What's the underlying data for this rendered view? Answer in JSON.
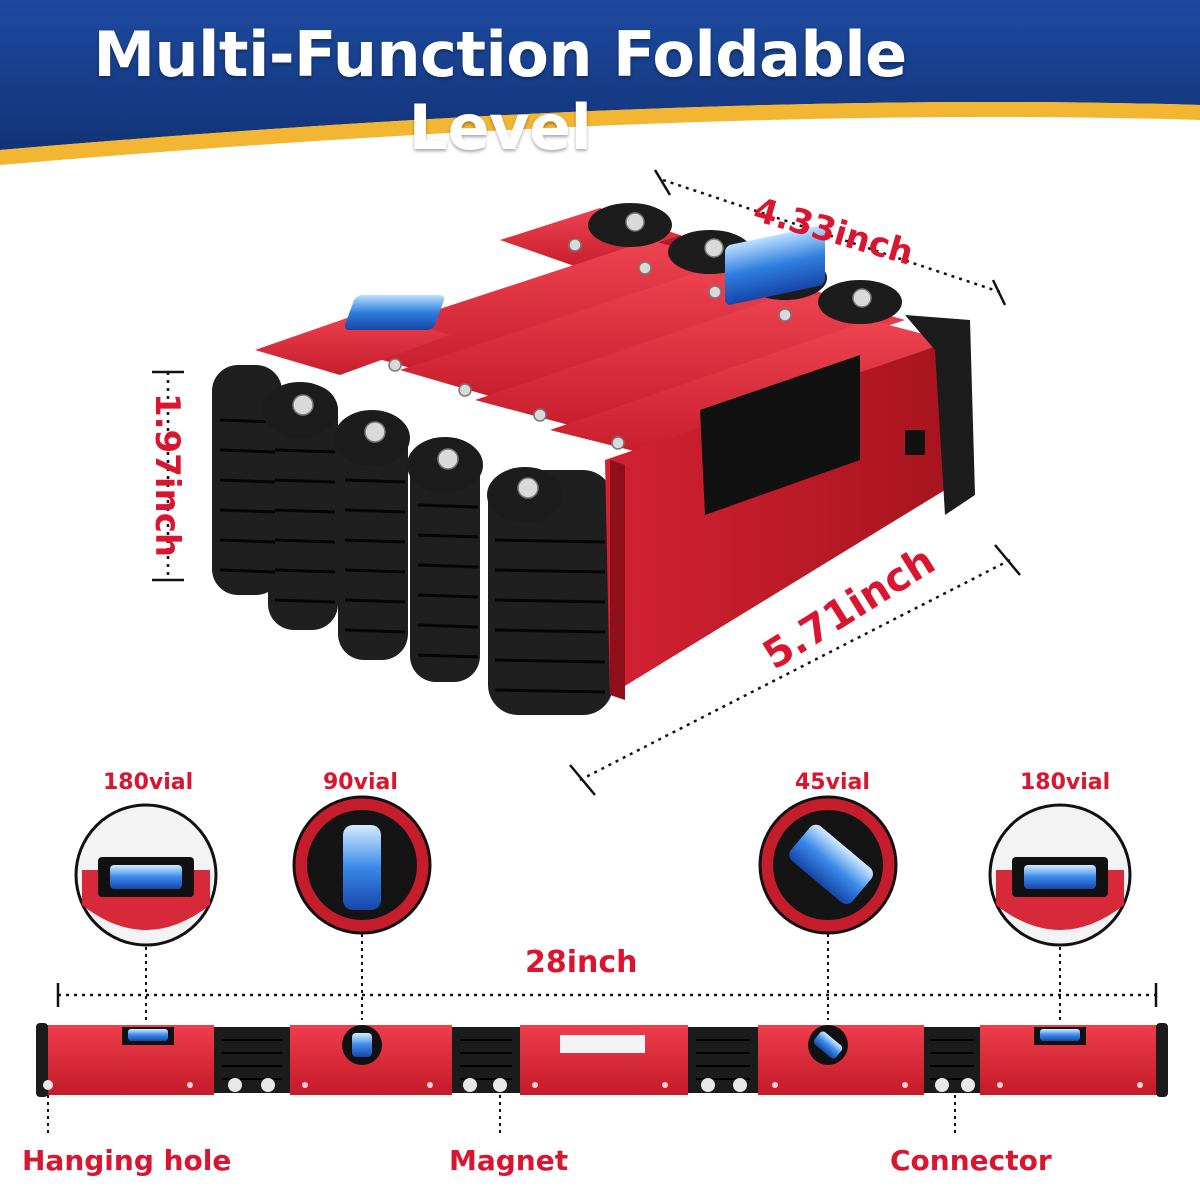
{
  "header": {
    "title": "Multi-Function Foldable Level"
  },
  "dimensions": {
    "depth": "4.33inch",
    "height": "1.97inch",
    "width": "5.71inch",
    "length": "28inch"
  },
  "vials": [
    {
      "label": "180vial"
    },
    {
      "label": "90vial"
    },
    {
      "label": "45vial"
    },
    {
      "label": "180vial"
    }
  ],
  "callouts": {
    "hanging_hole": "Hanging hole",
    "magnet": "Magnet",
    "connector": "Connector"
  },
  "colors": {
    "brand_blue": "#163b86",
    "accent_red": "#d91530",
    "body_red": "#d8293a",
    "rubber_black": "#1a1a1a",
    "vial_blue": "#2f7fe0"
  }
}
